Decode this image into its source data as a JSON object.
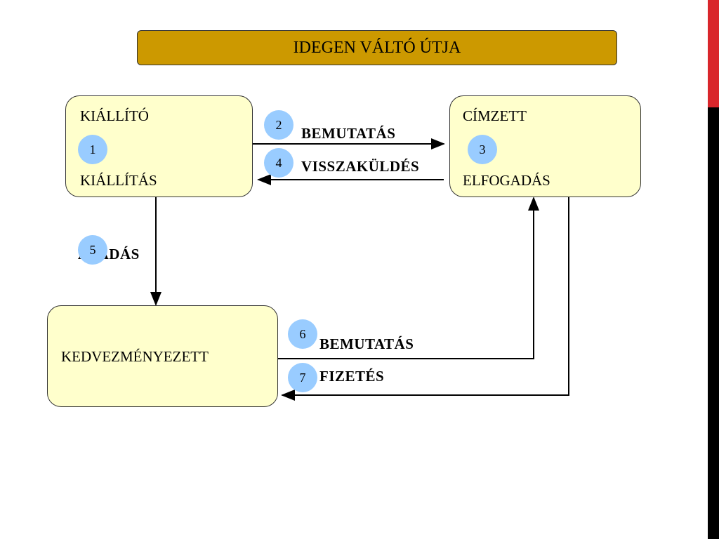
{
  "title": "IDEGEN VÁLTÓ ÚTJA",
  "boxes": {
    "kiallito": {
      "name": "KIÁLLÍTÓ",
      "action": "KIÁLLÍTÁS"
    },
    "cimzett": {
      "name": "CÍMZETT",
      "action": "ELFOGADÁS"
    },
    "kedvezmenyezett": {
      "name": "KEDVEZMÉNYEZETT"
    }
  },
  "steps": {
    "s1": "1",
    "s2": "2",
    "s3": "3",
    "s4": "4",
    "s5": "5",
    "s6": "6",
    "s7": "7"
  },
  "labels": {
    "bemutatas1": "BEMUTATÁS",
    "visszakuldes": "VISSZAKÜLDÉS",
    "atadas": "ÁTADÁS",
    "bemutatas2": "BEMUTATÁS",
    "fizetes": "FIZETÉS"
  },
  "colors": {
    "title_bg": "#cc9900",
    "box_bg": "#ffffcc",
    "circle_bg": "#99ccff",
    "side_red": "#d9262b",
    "side_black": "#000000"
  }
}
